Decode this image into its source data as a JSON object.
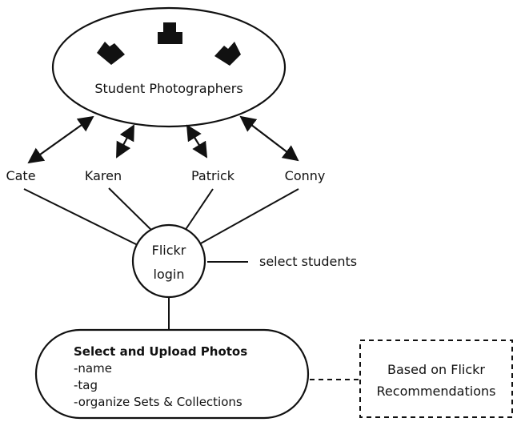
{
  "group": {
    "title": "Student Photographers"
  },
  "students": [
    "Cate",
    "Karen",
    "Patrick",
    "Conny"
  ],
  "hub": {
    "line1": "Flickr",
    "line2": "login"
  },
  "hub_note": "select students",
  "upload": {
    "title": "Select and Upload Photos",
    "items": [
      "-name",
      "-tag",
      "-organize Sets & Collections"
    ]
  },
  "recommend": {
    "line1": "Based on Flickr",
    "line2": "Recommendations"
  },
  "colors": {
    "stroke": "#111111",
    "background": "#ffffff"
  },
  "icons": [
    "photographer-icon-left",
    "photographer-icon-center",
    "photographer-icon-right"
  ]
}
